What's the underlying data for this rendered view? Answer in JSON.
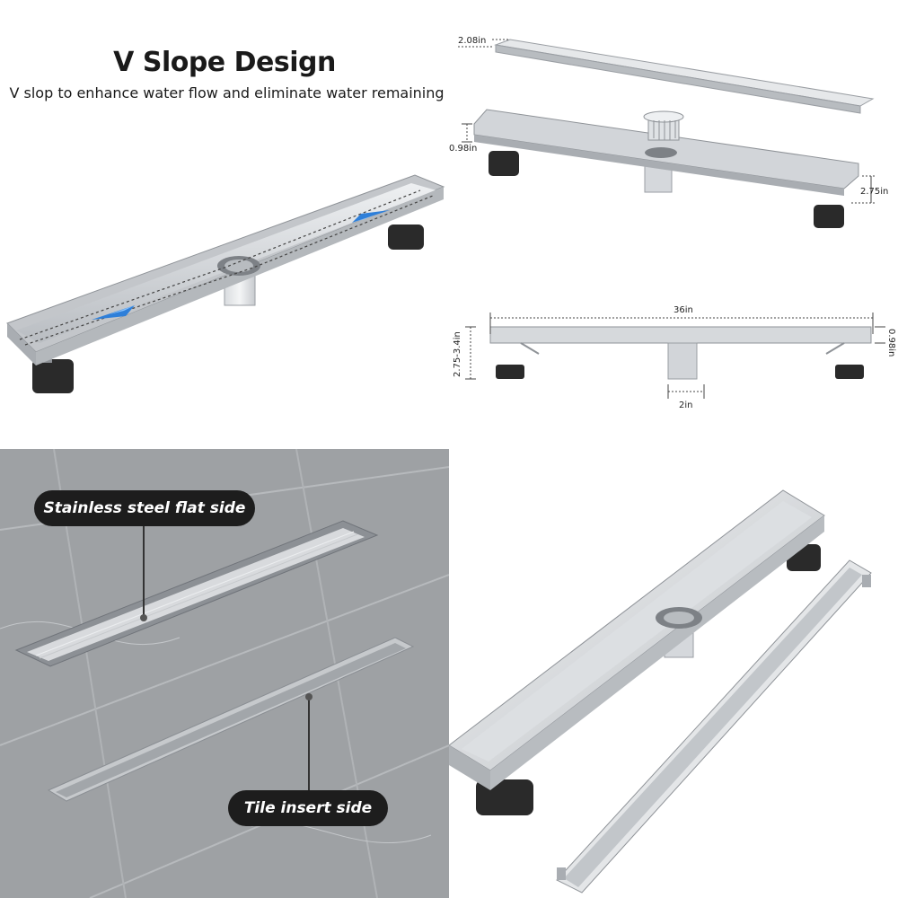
{
  "vslope": {
    "title": "V Slope Design",
    "subtitle": "V slop to enhance water flow and eliminate water remaining"
  },
  "dims": {
    "grate_thickness": "2.08in",
    "channel_depth": "0.98in",
    "channel_width": "2.75in",
    "length": "36in",
    "side_depth": "0.98in",
    "height_range": "2.75-3.4in",
    "outlet_diameter": "2in"
  },
  "tile": {
    "flat_side_label": "Stainless steel flat side",
    "insert_side_label": "Tile insert side"
  },
  "colors": {
    "steel": "#cfd2d6",
    "steel_dark": "#9a9ea3",
    "leg": "#2a2a2a",
    "flow_arrow": "#2e7fd9",
    "pill_bg": "#1d1d1d",
    "marble": "#9ea1a4"
  }
}
